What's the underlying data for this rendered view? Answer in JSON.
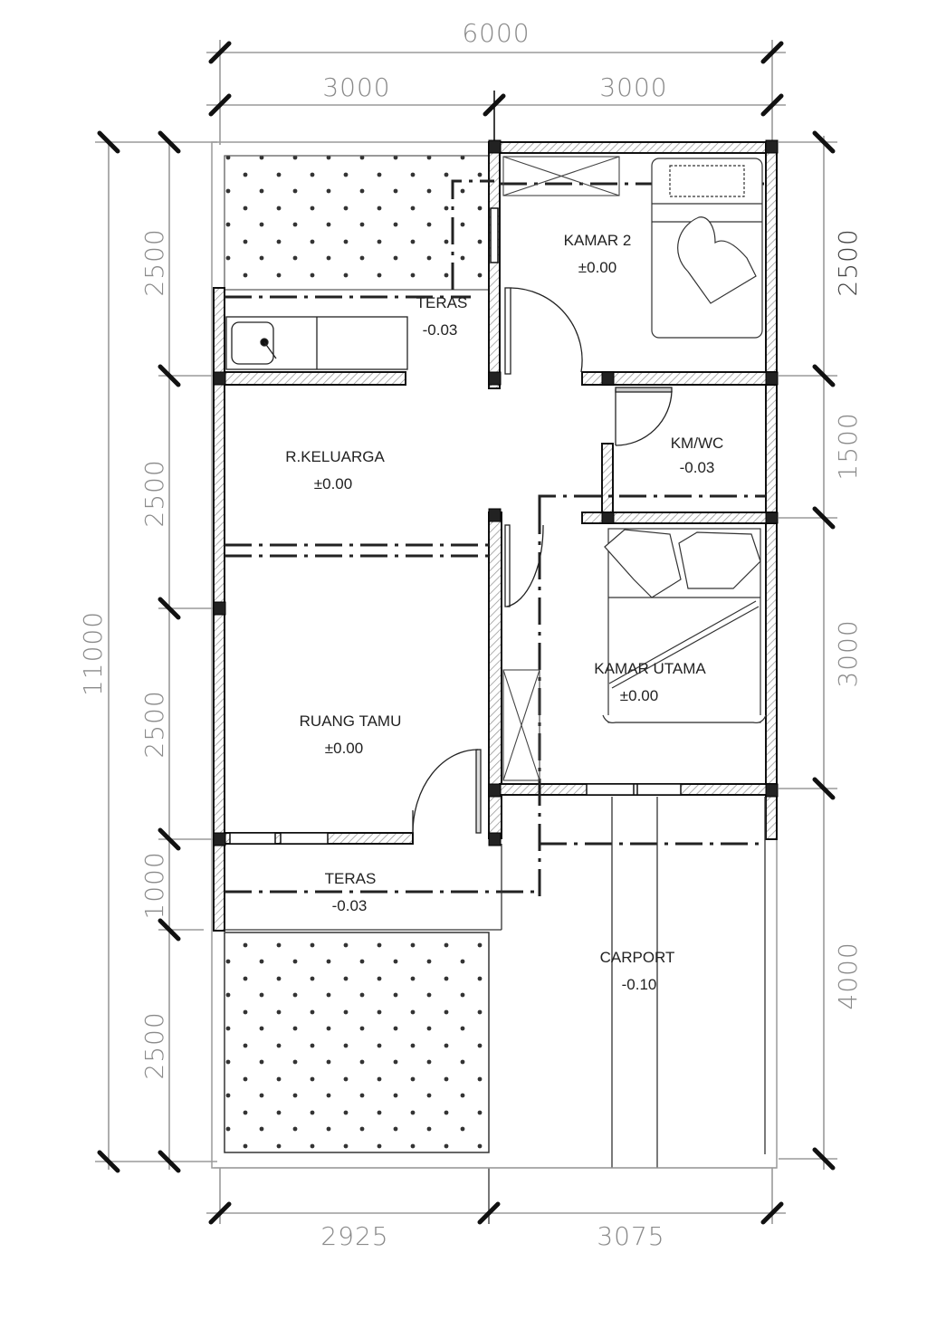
{
  "drawing": {
    "type": "floor-plan",
    "units": "mm",
    "colors": {
      "wall": "#111111",
      "hatch": "#9a9a9a",
      "dim": "#8a8a8a",
      "text": "#222222",
      "background": "#ffffff"
    }
  },
  "dimensions": {
    "top_total": "6000",
    "top_left": "3000",
    "top_right": "3000",
    "left_total": "11000",
    "left_segments": [
      "2500",
      "2500",
      "2500",
      "1000",
      "2500"
    ],
    "right_segments": [
      "2500",
      "1500",
      "3000",
      "4000"
    ],
    "bottom_left": "2925",
    "bottom_right": "3075"
  },
  "rooms": {
    "teras_back": {
      "name": "TERAS",
      "elevation": "-0.03"
    },
    "kamar2": {
      "name": "KAMAR 2",
      "elevation": "±0.00"
    },
    "keluarga": {
      "name": "R.KELUARGA",
      "elevation": "±0.00"
    },
    "kmwc": {
      "name": "KM/WC",
      "elevation": "-0.03"
    },
    "kamar_utama": {
      "name": "KAMAR UTAMA",
      "elevation": "±0.00"
    },
    "ruang_tamu": {
      "name": "RUANG TAMU",
      "elevation": "±0.00"
    },
    "teras_front": {
      "name": "TERAS",
      "elevation": "-0.03"
    },
    "carport": {
      "name": "CARPORT",
      "elevation": "-0.10"
    }
  },
  "garden_areas": [
    "back-garden",
    "front-garden"
  ]
}
